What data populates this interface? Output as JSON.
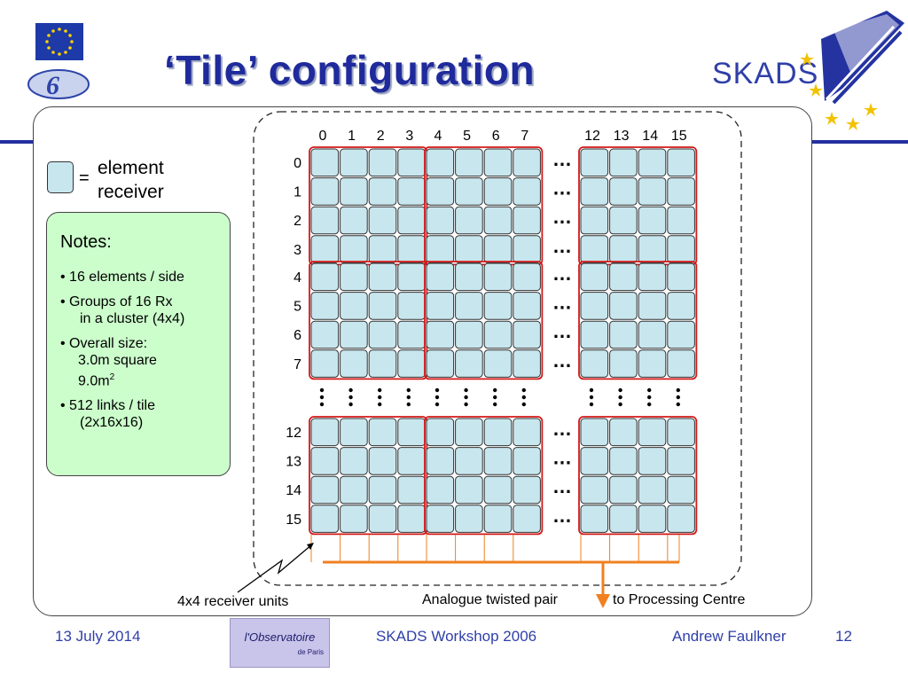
{
  "slide": {
    "title": "‘Tile’ configuration",
    "logo_text": "SKADS",
    "legend": {
      "equals": "=",
      "line1": "element",
      "line2": "receiver"
    },
    "notes": {
      "heading": "Notes:",
      "item1": "• 16 elements / side",
      "item2_line1": "• Groups of 16 Rx",
      "item2_line2": "in a cluster (4x4)",
      "item3_line1": "• Overall size:",
      "item3_line2": "3.0m square",
      "item3_line3": "9.0m",
      "item3_sup": "2",
      "item4_line1": "•  512 links / tile",
      "item4_line2": "(2x16x16)"
    },
    "column_labels": [
      "0",
      "1",
      "2",
      "3",
      "4",
      "5",
      "6",
      "7",
      "12",
      "13",
      "14",
      "15"
    ],
    "row_labels": [
      "0",
      "1",
      "2",
      "3",
      "4",
      "5",
      "6",
      "7",
      "12",
      "13",
      "14",
      "15"
    ],
    "ellipsis": "…",
    "captions": {
      "receiver_units": "4x4 receiver units",
      "twisted_pair": "Analogue twisted pair",
      "processing": "to Processing Centre"
    },
    "colors": {
      "title": "#1f2a9c",
      "cell_fill": "#c8e6ee",
      "cluster_border": "#d41818",
      "bus": "#f08020",
      "notes_bg": "#ccfecc"
    }
  },
  "footer": {
    "date": "13 July 2014",
    "observatoire": "l'Observatoire",
    "observatoire_sub": "de Paris",
    "conference": "SKADS Workshop 2006",
    "author": "Andrew Faulkner",
    "page": "12"
  }
}
